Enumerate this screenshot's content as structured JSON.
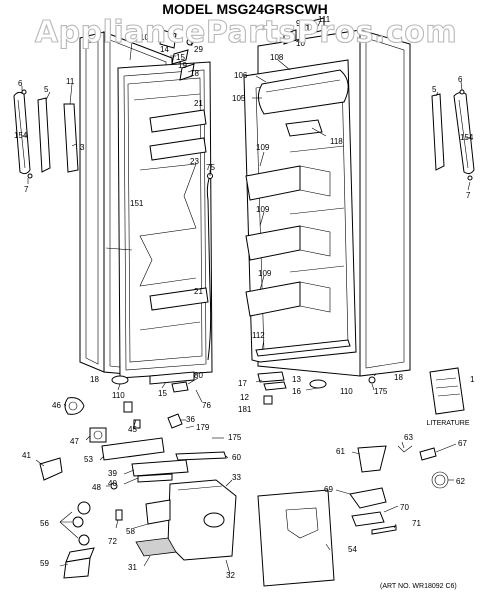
{
  "title": "MODEL MSG24GRSCWH",
  "watermark": "AppliancePartsPros.com",
  "art_no": "(ART NO. WR18092 C6)",
  "literature_label": "LITERATURE",
  "callouts": [
    {
      "id": "c111",
      "text": "111"
    },
    {
      "id": "c910",
      "text": "910"
    },
    {
      "id": "c100",
      "text": "100"
    },
    {
      "id": "c10",
      "text": "10"
    },
    {
      "id": "c14",
      "text": "14"
    },
    {
      "id": "c29",
      "text": "29"
    },
    {
      "id": "c15a",
      "text": "15"
    },
    {
      "id": "c19",
      "text": "19"
    },
    {
      "id": "c18a",
      "text": "18"
    },
    {
      "id": "c108",
      "text": "108"
    },
    {
      "id": "c106",
      "text": "106"
    },
    {
      "id": "c105",
      "text": "105"
    },
    {
      "id": "c118",
      "text": "118"
    },
    {
      "id": "c6l",
      "text": "6"
    },
    {
      "id": "c5l",
      "text": "5"
    },
    {
      "id": "c11",
      "text": "11"
    },
    {
      "id": "c154l",
      "text": "154"
    },
    {
      "id": "c3",
      "text": "3"
    },
    {
      "id": "c7l",
      "text": "7"
    },
    {
      "id": "c21a",
      "text": "21"
    },
    {
      "id": "c23",
      "text": "23"
    },
    {
      "id": "c75",
      "text": "75"
    },
    {
      "id": "c151",
      "text": "151"
    },
    {
      "id": "c109a",
      "text": "109"
    },
    {
      "id": "c109b",
      "text": "109"
    },
    {
      "id": "c109c",
      "text": "109"
    },
    {
      "id": "c21b",
      "text": "21"
    },
    {
      "id": "c112",
      "text": "112"
    },
    {
      "id": "c6r",
      "text": "6"
    },
    {
      "id": "c5r",
      "text": "5"
    },
    {
      "id": "c154r",
      "text": "154"
    },
    {
      "id": "c7r",
      "text": "7"
    },
    {
      "id": "c18b",
      "text": "18"
    },
    {
      "id": "c110a",
      "text": "110"
    },
    {
      "id": "c15b",
      "text": "15"
    },
    {
      "id": "c80",
      "text": "80"
    },
    {
      "id": "c76",
      "text": "76"
    },
    {
      "id": "c17",
      "text": "17"
    },
    {
      "id": "c13",
      "text": "13"
    },
    {
      "id": "c12",
      "text": "12"
    },
    {
      "id": "c16",
      "text": "16"
    },
    {
      "id": "c181",
      "text": "181"
    },
    {
      "id": "c110b",
      "text": "110"
    },
    {
      "id": "c175a",
      "text": "175"
    },
    {
      "id": "c18c",
      "text": "18"
    },
    {
      "id": "c1",
      "text": "1"
    },
    {
      "id": "c46",
      "text": "46"
    },
    {
      "id": "c45",
      "text": "45"
    },
    {
      "id": "c36",
      "text": "36"
    },
    {
      "id": "c179",
      "text": "179"
    },
    {
      "id": "c175b",
      "text": "175"
    },
    {
      "id": "c47",
      "text": "47"
    },
    {
      "id": "c41",
      "text": "41"
    },
    {
      "id": "c53",
      "text": "53"
    },
    {
      "id": "c60",
      "text": "60"
    },
    {
      "id": "c39",
      "text": "39"
    },
    {
      "id": "c40",
      "text": "40"
    },
    {
      "id": "c48",
      "text": "48"
    },
    {
      "id": "c33",
      "text": "33"
    },
    {
      "id": "c61",
      "text": "61"
    },
    {
      "id": "c63",
      "text": "63"
    },
    {
      "id": "c67",
      "text": "67"
    },
    {
      "id": "c62",
      "text": "62"
    },
    {
      "id": "c69",
      "text": "69"
    },
    {
      "id": "c70",
      "text": "70"
    },
    {
      "id": "c71",
      "text": "71"
    },
    {
      "id": "c56",
      "text": "56"
    },
    {
      "id": "c72",
      "text": "72"
    },
    {
      "id": "c58",
      "text": "58"
    },
    {
      "id": "c59",
      "text": "59"
    },
    {
      "id": "c31",
      "text": "31"
    },
    {
      "id": "c32",
      "text": "32"
    },
    {
      "id": "c54",
      "text": "54"
    }
  ]
}
